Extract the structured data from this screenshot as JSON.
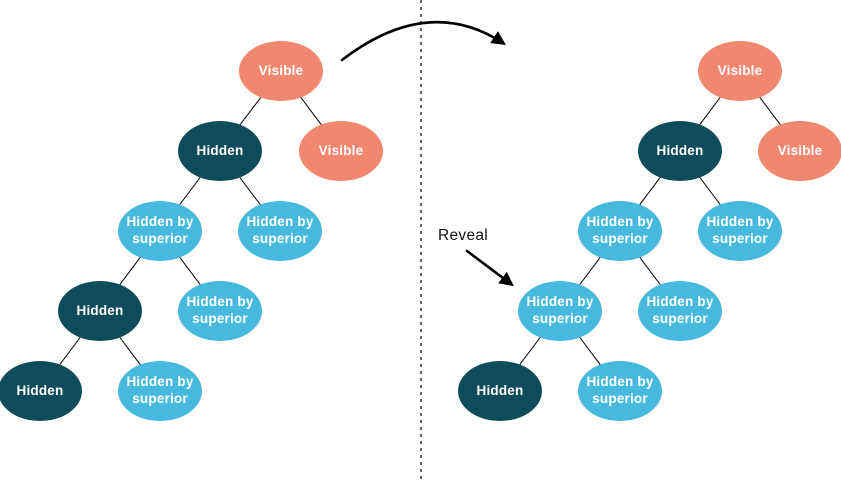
{
  "colors": {
    "visible_fill": "#F0886F",
    "hidden_fill": "#0E4C5C",
    "hidden_by_superior_fill": "#47B9DC",
    "node_text": "#FFFFFF",
    "line": "#000000"
  },
  "annotation": {
    "label": "Reveal"
  },
  "icons": {
    "transition_arrow": "curved-arrow-right",
    "reveal_arrow": "arrow-down-right",
    "divider": "vertical-dashed-line"
  },
  "trees": {
    "left": {
      "nodes": [
        {
          "label": "Visible",
          "status": "visible"
        },
        {
          "label": "Hidden",
          "status": "hidden"
        },
        {
          "label": "Visible",
          "status": "visible"
        },
        {
          "label": "Hidden by superior",
          "status": "hidden-by-superior"
        },
        {
          "label": "Hidden by superior",
          "status": "hidden-by-superior"
        },
        {
          "label": "Hidden",
          "status": "hidden"
        },
        {
          "label": "Hidden by superior",
          "status": "hidden-by-superior"
        },
        {
          "label": "Hidden",
          "status": "hidden"
        },
        {
          "label": "Hidden by superior",
          "status": "hidden-by-superior"
        }
      ]
    },
    "right": {
      "nodes": [
        {
          "label": "Visible",
          "status": "visible"
        },
        {
          "label": "Hidden",
          "status": "hidden"
        },
        {
          "label": "Visible",
          "status": "visible"
        },
        {
          "label": "Hidden by superior",
          "status": "hidden-by-superior"
        },
        {
          "label": "Hidden by superior",
          "status": "hidden-by-superior"
        },
        {
          "label": "Hidden by superior",
          "status": "hidden-by-superior"
        },
        {
          "label": "Hidden by superior",
          "status": "hidden-by-superior"
        },
        {
          "label": "Hidden",
          "status": "hidden"
        },
        {
          "label": "Hidden by superior",
          "status": "hidden-by-superior"
        }
      ]
    }
  }
}
